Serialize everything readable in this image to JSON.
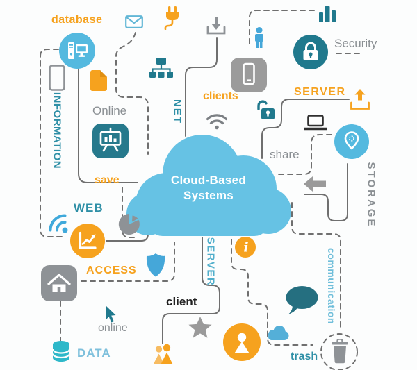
{
  "title": "Cloud-Based Systems diagram",
  "cloud": {
    "line1": "Cloud-Based",
    "line2": "Systems"
  },
  "labels": {
    "database": "database",
    "security": "Security",
    "clients": "clients",
    "server_top": "SERVER",
    "online_top": "Online",
    "net": "NET",
    "information": "INFORMATION",
    "save": "save",
    "share": "share",
    "storage": "STORAGE",
    "web": "WEB",
    "access": "ACCESS",
    "client": "client",
    "online_bottom": "online",
    "data": "DATA",
    "server_vertical": "SERVER",
    "communication": "communication",
    "trash": "trash"
  },
  "icons": {
    "info_glyph": "i",
    "names": [
      "envelope-icon",
      "plug-icon",
      "download-icon",
      "bar-chart-icon",
      "person-icon",
      "security-lock-icon",
      "workstation-icon",
      "phone-outline-icon",
      "document-icon",
      "hierarchy-icon",
      "smartphone-icon",
      "presentation-icon",
      "open-padlock-icon",
      "wifi-icon",
      "upload-icon",
      "laptop-icon",
      "location-pin-icon",
      "back-arrow-icon",
      "rss-icon",
      "pie-chart-icon",
      "line-chart-icon",
      "shield-icon",
      "home-icon",
      "star-icon",
      "cursor-icon",
      "database-cylinder-icon",
      "group-icon",
      "user-icon",
      "small-cloud-icon",
      "speech-bubble-icon",
      "trash-can-icon",
      "info-icon",
      "big-cloud"
    ]
  },
  "colors": {
    "orange": "#F6A21E",
    "teal_dark": "#20798D",
    "teal_label": "#2E8FA6",
    "light_blue": "#54B9DF",
    "blue": "#45A7D9",
    "sky_blue": "#6FBEDA",
    "pale_blue": "#7EC0DC",
    "gray_label": "#8A8F93",
    "gray_icon": "#8E9296",
    "dark": "#2F2F2F",
    "cloud_fill": "#66C2E4",
    "connector": "#6F6F6F"
  }
}
